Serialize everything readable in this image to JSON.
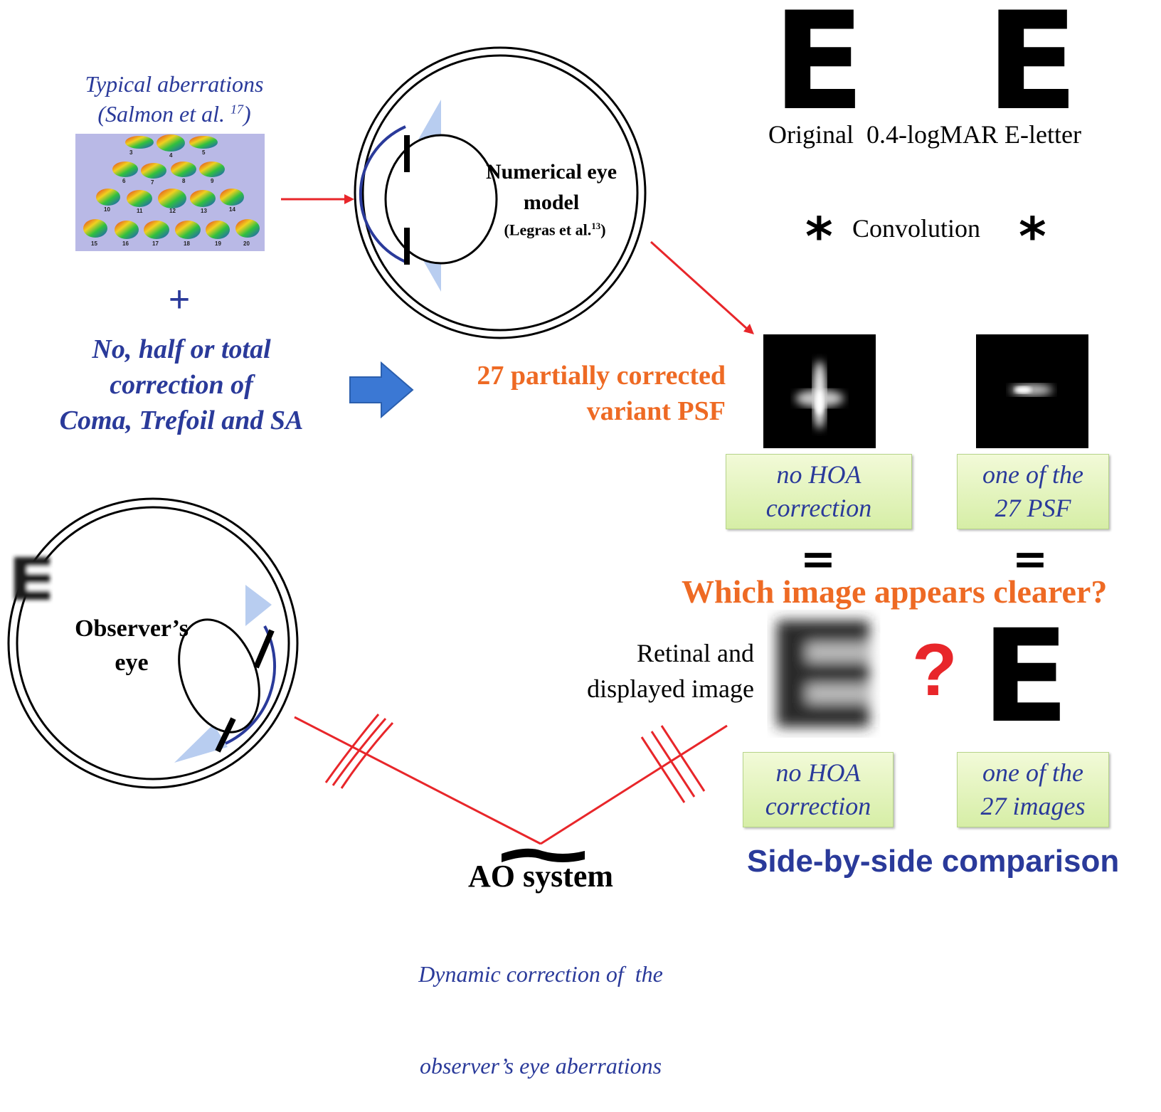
{
  "aberrations": {
    "title": "Typical aberrations",
    "cite": "(Salmon et al. 17)",
    "cite_main": "(Salmon et al. ",
    "cite_sup": "17",
    "cite_end": ")",
    "zernike_indices": [
      "3",
      "4",
      "5",
      "6",
      "7",
      "8",
      "9",
      "10",
      "11",
      "12",
      "13",
      "14",
      "15",
      "16",
      "17",
      "18",
      "19",
      "20"
    ]
  },
  "plus_sign": "+",
  "correction_text": {
    "line1": "No, half or total",
    "line2": "correction of",
    "line3": "Coma, Trefoil and SA"
  },
  "eye_model": {
    "line1": "Numerical eye",
    "line2": "model",
    "cite_main": "(Legras et al.",
    "cite_sup": "13",
    "cite_end": ")"
  },
  "psf_variant": {
    "line1": "27 partially corrected",
    "line2": "variant PSF"
  },
  "letters": {
    "glyph": "E",
    "caption": "Original  0.4-logMAR E-letter"
  },
  "convolution": {
    "label": "Convolution",
    "symbol": "*"
  },
  "psf_boxes": {
    "left": {
      "line1": "no HOA",
      "line2": "correction"
    },
    "right": {
      "line1": "one of the",
      "line2": "27 PSF"
    }
  },
  "equals": "=",
  "question": "Which image appears clearer?",
  "question_mark": "?",
  "retinal": {
    "line1": "Retinal and",
    "line2": "displayed image"
  },
  "image_boxes": {
    "left": {
      "line1": "no HOA",
      "line2": "correction"
    },
    "right": {
      "line1": "one of the",
      "line2": "27 images"
    }
  },
  "side_by_side": "Side-by-side comparison",
  "observer": {
    "line1": "Observer’s",
    "line2": "eye"
  },
  "ao": {
    "label": "AO system",
    "line1": "Dynamic correction of  the",
    "line2": "observer’s eye aberrations"
  },
  "colors": {
    "text_blue": "#2a3a9a",
    "orange": "#ee6a24",
    "arrow_red": "#e8262a",
    "block_arrow_blue": "#3b78d4",
    "lens_tint": "#b8cdf0",
    "cornea_blue": "#2a3a9a",
    "box_green": "#dbefb0"
  }
}
